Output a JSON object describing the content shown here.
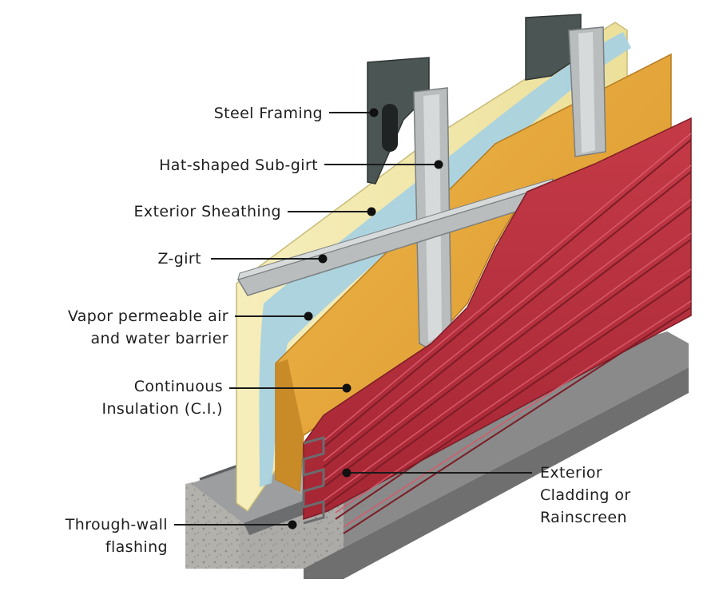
{
  "labels": {
    "steel_framing": "Steel Framing",
    "hat_subgirt": "Hat-shaped Sub-girt",
    "exterior_sheathing": "Exterior Sheathing",
    "z_girt": "Z-girt",
    "vapor_barrier": [
      "Vapor permeable air",
      "and water barrier"
    ],
    "continuous_insulation": [
      "Continuous",
      "Insulation (C.I.)"
    ],
    "exterior_cladding": [
      "Exterior",
      "Cladding or",
      "Rainscreen"
    ],
    "through_wall_flashing": [
      "Through-wall",
      "flashing"
    ]
  },
  "colors": {
    "steel": "#4b5554",
    "galvanized": "#b9bdbe",
    "sheathing": "#f2e7a8",
    "barrier": "#acd3df",
    "insulation": "#e6a83b",
    "cladding": "#b8303d",
    "foundation": "#8c8c8c",
    "concrete": "#b4b2ad"
  }
}
